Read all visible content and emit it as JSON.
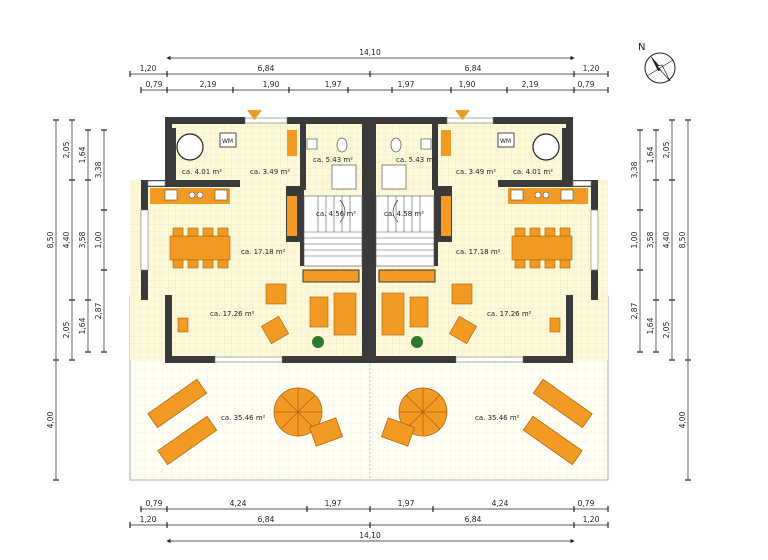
{
  "compass": {
    "north_label": "N"
  },
  "dims": {
    "top_total": "14,10",
    "top_r1": [
      "1,20",
      "6,84",
      "6,84",
      "1,20"
    ],
    "top_r2": [
      "0,79",
      "2,19",
      "1,90",
      "1,97",
      "1,97",
      "1,90",
      "2,19",
      "0,79"
    ],
    "bottom_r1": [
      "0,79",
      "4,24",
      "1,97",
      "1,97",
      "4,24",
      "0,79"
    ],
    "bottom_r2": [
      "1,20",
      "6,84",
      "6,84",
      "1,20"
    ],
    "bottom_total": "14,10",
    "left_outer": [
      "8,50",
      "4,00"
    ],
    "left_mid": [
      "2,05",
      "4,40",
      "2,05"
    ],
    "left_inner": [
      "1,64",
      "3,58",
      "1,64"
    ],
    "left_inner2": [
      "3,38",
      "1,00",
      "2,87"
    ],
    "right_outer": [
      "8,50",
      "4,00"
    ],
    "right_mid": [
      "2,05",
      "4,40",
      "2,05"
    ],
    "right_inner": [
      "1,64",
      "3,58",
      "1,64"
    ],
    "right_inner2": [
      "3,38",
      "1,00",
      "2,87"
    ]
  },
  "rooms": {
    "left": {
      "bath": "ca. 4.01 m²",
      "hall": "ca. 3.49 m²",
      "wc": "ca. 5.43 m²",
      "stair": "ca. 4.56 m²",
      "dining": "ca. 17.18 m²",
      "living": "ca. 17.26 m²",
      "terrace": "ca. 35.46 m²",
      "wm": "WM"
    },
    "right": {
      "bath": "ca. 4.01 m²",
      "hall": "ca. 3.49 m²",
      "wc": "ca. 5.43 m²",
      "stair": "ca. 4.58 m²",
      "dining": "ca. 17.18 m²",
      "living": "ca. 17.26 m²",
      "terrace": "ca. 35.46 m²",
      "wm": "WM"
    }
  },
  "colors": {
    "wall": "#3a3a3a",
    "floor": "#fdf9d8",
    "furniture": "#f29a22",
    "terrace": "#ffffff"
  }
}
